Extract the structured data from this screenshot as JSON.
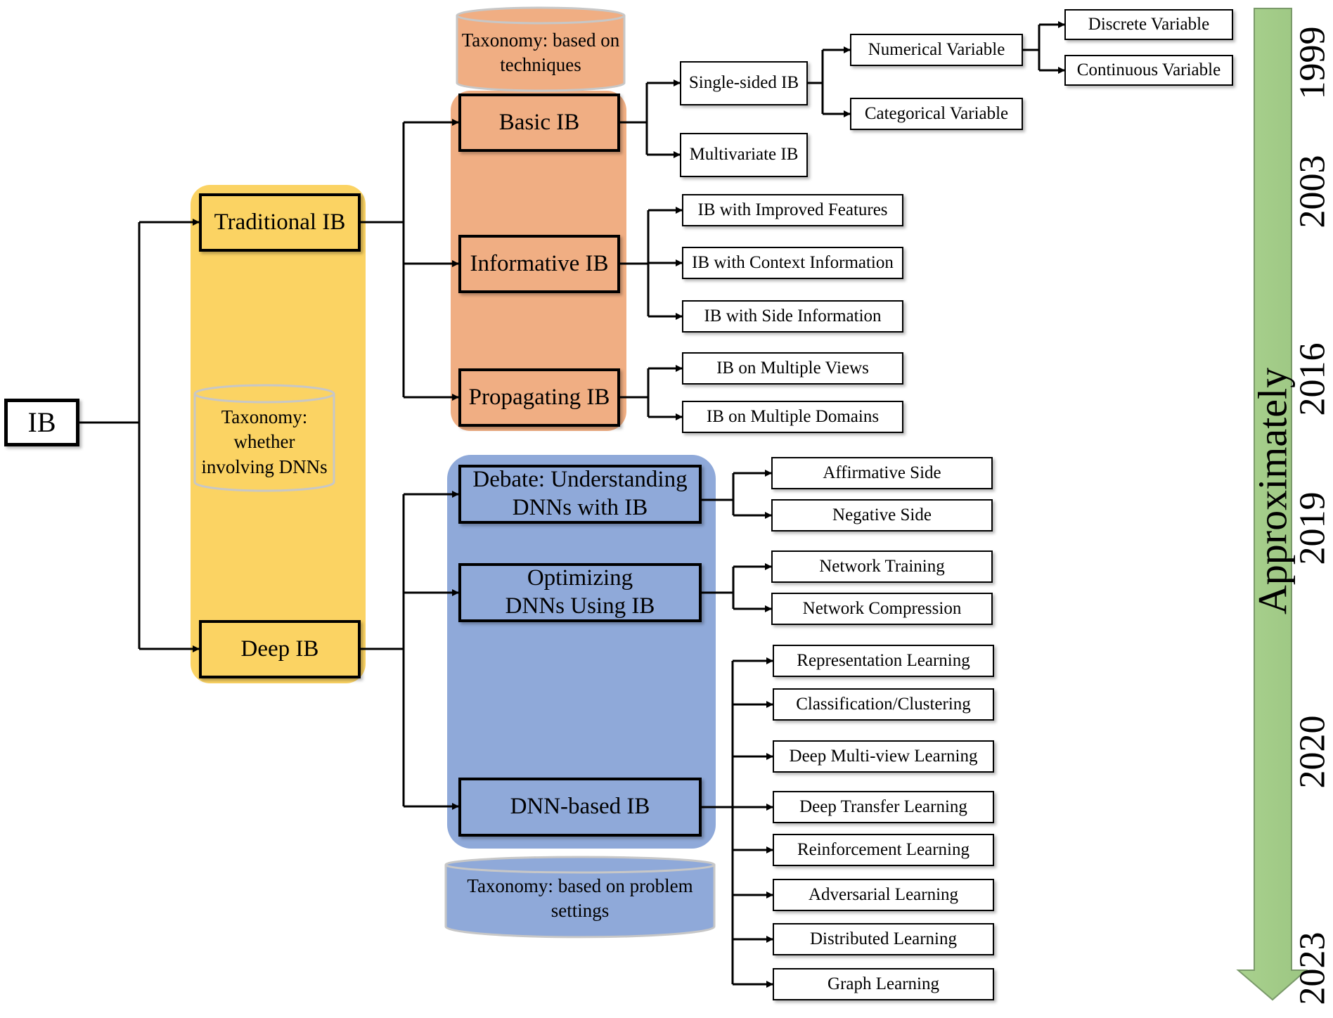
{
  "root": "IB",
  "level1": {
    "traditional": "Traditional IB",
    "deep": "Deep IB"
  },
  "taxonomy": {
    "dnns": "Taxonomy: whether involving DNNs",
    "techniques": "Taxonomy: based on techniques",
    "problem_settings": "Taxonomy: based on problem settings"
  },
  "traditional_children": {
    "basic": "Basic IB",
    "informative": "Informative IB",
    "propagating": "Propagating IB"
  },
  "basic_children": {
    "single_sided": "Single-sided IB",
    "multivariate": "Multivariate IB",
    "numerical": "Numerical Variable",
    "categorical": "Categorical Variable",
    "discrete": "Discrete Variable",
    "continuous": "Continuous Variable"
  },
  "informative_children": [
    "IB with Improved Features",
    "IB with Context Information",
    "IB with Side Information"
  ],
  "propagating_children": [
    "IB on Multiple Views",
    "IB on Multiple Domains"
  ],
  "deep_children": {
    "debate": "Debate: Understanding DNNs with IB",
    "optimizing": "Optimizing DNNs Using IB",
    "dnn_based": "DNN-based IB"
  },
  "debate_children": [
    "Affirmative Side",
    "Negative Side"
  ],
  "optimizing_children": [
    "Network Training",
    "Network Compression"
  ],
  "dnn_based_children": [
    "Representation Learning",
    "Classification/Clustering",
    "Deep Multi-view Learning",
    "Deep Transfer Learning",
    "Reinforcement Learning",
    "Adversarial Learning",
    "Distributed Learning",
    "Graph Learning"
  ],
  "timeline": {
    "label": "Approximately",
    "years": [
      "1999",
      "2003",
      "2016",
      "2019",
      "2020",
      "2023"
    ],
    "arrow_color": "#a9d18e"
  },
  "colors": {
    "yellow": "#fbd363",
    "orange": "#f0ae83",
    "blue": "#8fa9d9"
  }
}
